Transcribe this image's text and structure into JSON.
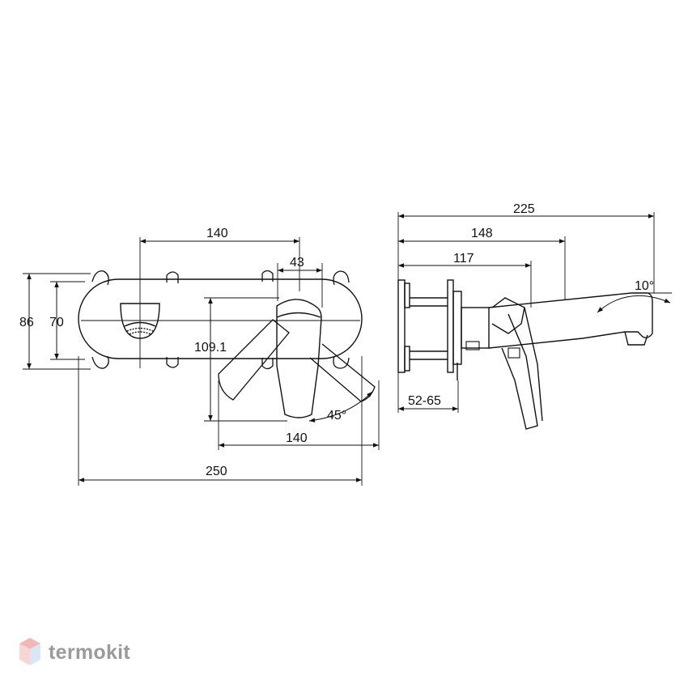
{
  "dimensions": {
    "front_width_total": "250",
    "front_mount_spacing": "140",
    "front_handle_swing": "140",
    "front_handle_width": "43",
    "front_outer_height": "86",
    "front_inner_height": "70",
    "front_handle_height": "109.1",
    "front_handle_angle": "45°",
    "side_total_depth": "225",
    "side_spout_depth": "148",
    "side_handle_depth": "117",
    "side_wall_range": "52-65",
    "side_spout_angle": "10°"
  },
  "brand": {
    "name": "termokit"
  },
  "colors": {
    "line": "#111111",
    "logo_top": "#f2b8b8",
    "logo_left": "#f7d6d6",
    "logo_right": "#d9e6f5"
  }
}
